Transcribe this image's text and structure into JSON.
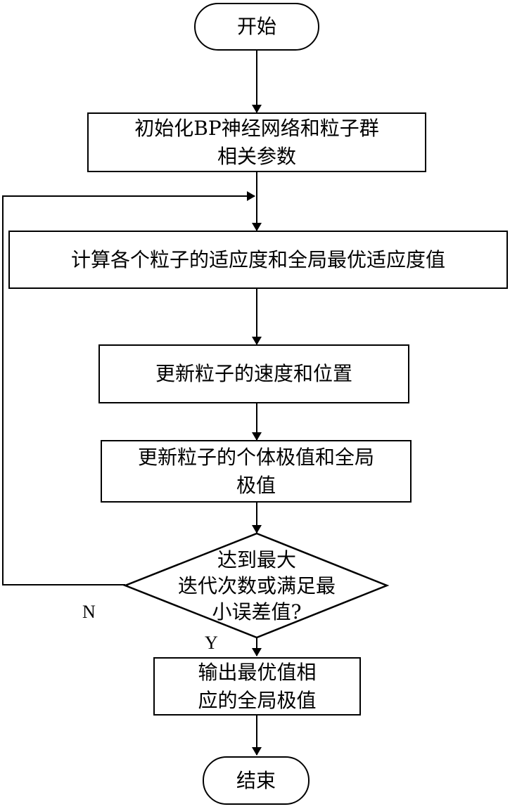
{
  "nodes": {
    "start": {
      "text": "开始"
    },
    "init": {
      "lines": [
        "初始化BP神经网络和粒子群",
        "相关参数"
      ]
    },
    "fitness": {
      "text": "计算各个粒子的适应度和全局最优适应度值"
    },
    "update_velocity": {
      "text": "更新粒子的速度和位置"
    },
    "update_extremum": {
      "lines": [
        "更新粒子的个体极值和全局",
        "极值"
      ]
    },
    "decision": {
      "lines": [
        "达到最大",
        "迭代次数或满足最",
        "小误差值?"
      ]
    },
    "output": {
      "lines": [
        "输出最优值相",
        "应的全局极值"
      ]
    },
    "end": {
      "text": "结束"
    }
  },
  "edge_labels": {
    "no": "N",
    "yes": "Y"
  },
  "colors": {
    "stroke": "#000000",
    "background": "#ffffff"
  }
}
